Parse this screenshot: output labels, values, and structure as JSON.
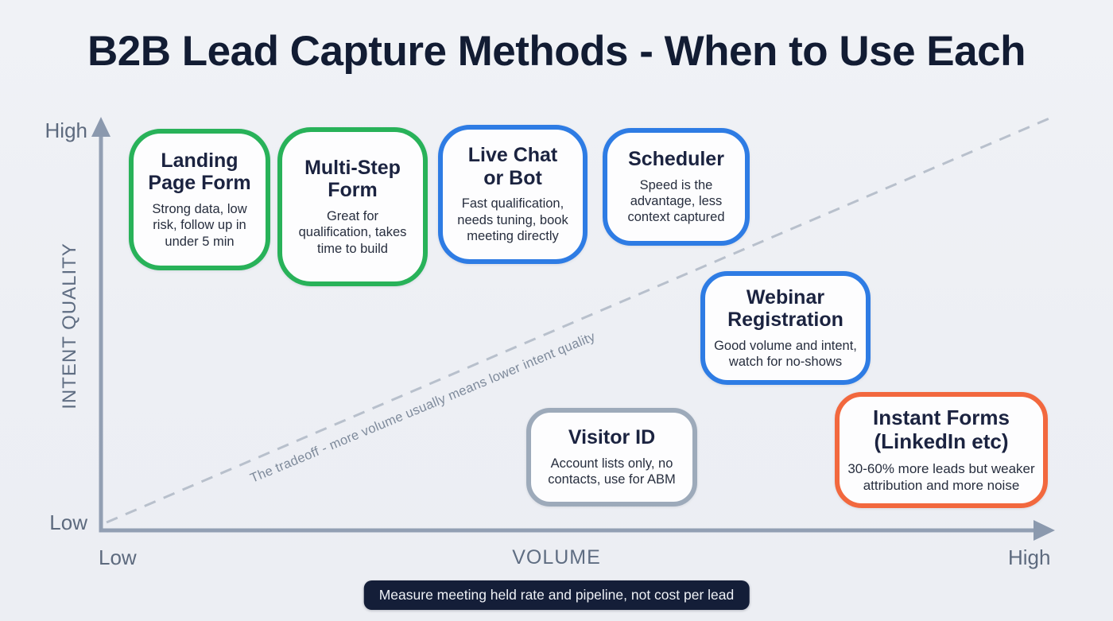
{
  "page": {
    "title": "B2B Lead Capture Methods - When to Use Each"
  },
  "axes": {
    "x_label": "VOLUME",
    "y_label": "INTENT QUALITY",
    "y_high_label": "High",
    "y_low_label": "Low",
    "x_low_label": "Low",
    "x_high_label": "High",
    "axis_color": "#929fb3",
    "label_color": "#5d6a7e"
  },
  "tradeoff_note": "The tradeoff - more volume usually means lower intent quality",
  "cards": [
    {
      "id": "landing-page-form",
      "title": "Landing Page Form",
      "title_line1": "Landing",
      "title_line2": "Page Form",
      "body": "Strong data, low risk, follow up in under 5 min",
      "border_color": "#28b259"
    },
    {
      "id": "multi-step-form",
      "title": "Multi-Step Form",
      "title_line1": "Multi-Step",
      "title_line2": "Form",
      "body": "Great for qualification, takes time to build",
      "border_color": "#28b259"
    },
    {
      "id": "live-chat-or-bot",
      "title": "Live Chat or Bot",
      "title_line1": "Live Chat",
      "title_line2": "or Bot",
      "body": "Fast qualification, needs tuning, book meeting directly",
      "border_color": "#2e7ce4"
    },
    {
      "id": "scheduler",
      "title": "Scheduler",
      "title_line1": "Scheduler",
      "title_line2": "",
      "body": "Speed is the advantage, less context captured",
      "border_color": "#2e7ce4"
    },
    {
      "id": "webinar-registration",
      "title": "Webinar Registration",
      "title_line1": "Webinar",
      "title_line2": "Registration",
      "body": "Good volume and intent, watch for no-shows",
      "border_color": "#2e7ce4"
    },
    {
      "id": "visitor-id",
      "title": "Visitor ID",
      "title_line1": "Visitor ID",
      "title_line2": "",
      "body": "Account lists only, no contacts, use for ABM",
      "border_color": "#9daaba"
    },
    {
      "id": "instant-forms",
      "title": "Instant Forms (LinkedIn etc)",
      "title_line1": "Instant Forms",
      "title_line2": "(LinkedIn etc)",
      "body": "30-60% more leads but weaker attribution and more noise",
      "border_color": "#f2683e"
    }
  ],
  "footer_note": "Measure meeting held rate and pipeline, not cost per lead",
  "colors": {
    "background": "#eef0f4",
    "title_text": "#121c33",
    "green": "#28b259",
    "blue": "#2e7ce4",
    "slate": "#9daaba",
    "orange": "#f2683e",
    "dashed_line": "#b8c0cc",
    "tradeoff_text": "#7e8a9b",
    "footer_pill_bg": "#141e38",
    "footer_pill_text": "#eef1f6"
  }
}
